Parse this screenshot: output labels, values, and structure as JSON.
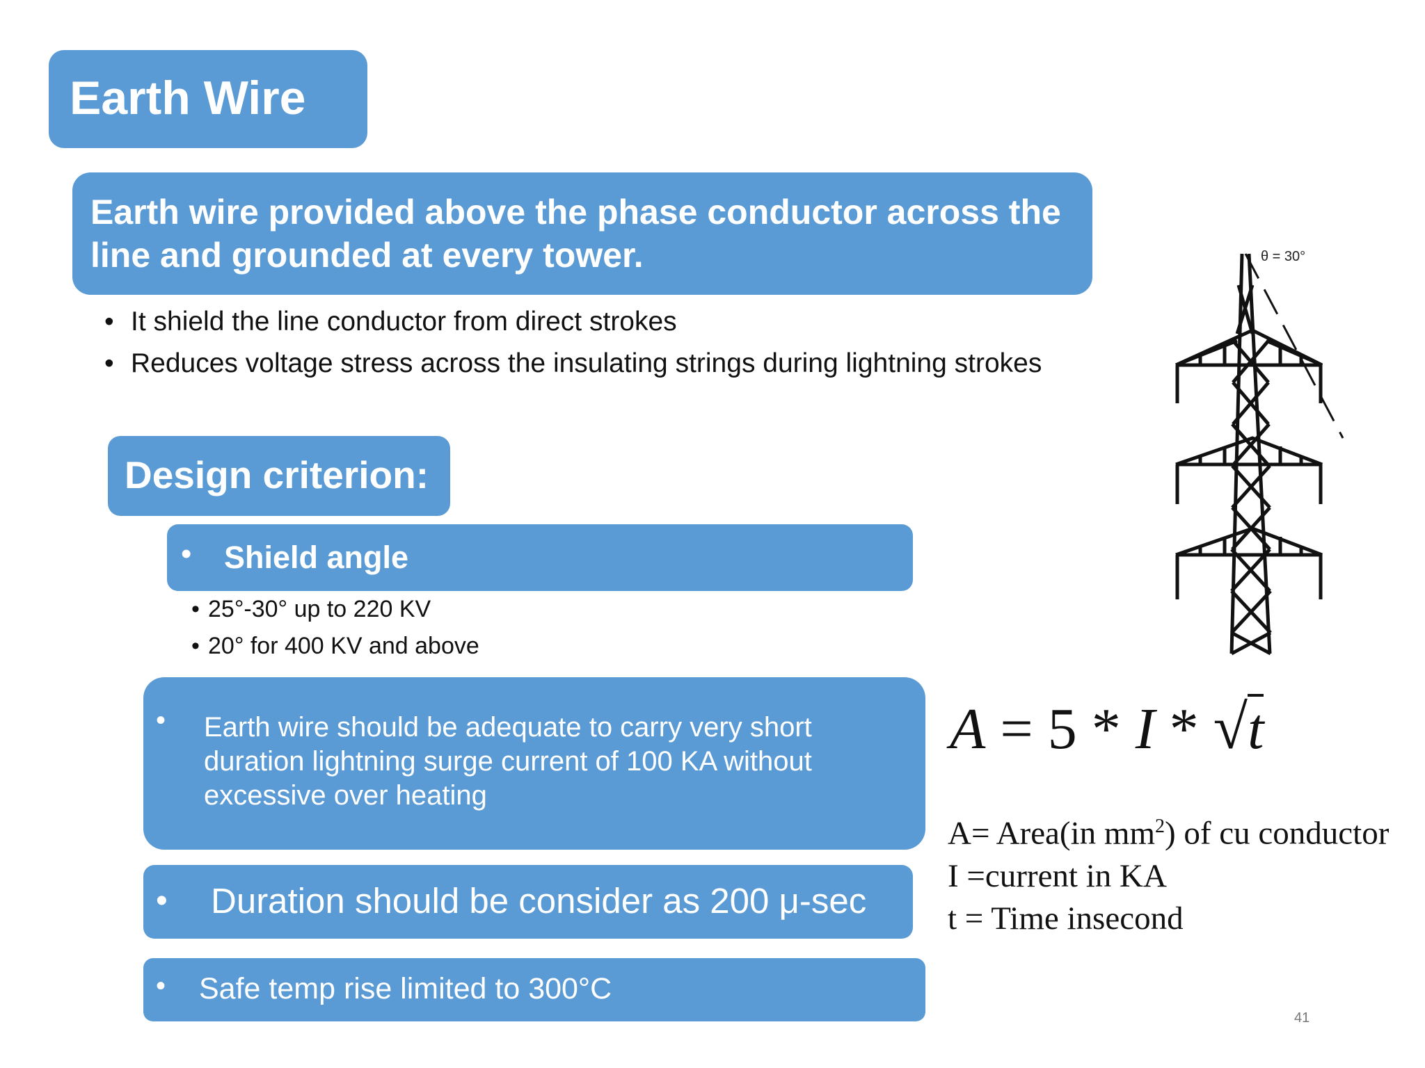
{
  "title": "Earth Wire",
  "lead": "Earth wire  provided  above the phase conductor across the line and grounded at every  tower.",
  "bullets": [
    "It shield the line conductor from direct strokes",
    "Reduces voltage stress  across the insulating strings during lightning strokes"
  ],
  "design_heading": "Design criterion:",
  "shield": {
    "bullet": "•",
    "label": "Shield angle",
    "items": [
      "25°-30°  up to 220 KV",
      "20°  for 400 KV and above"
    ]
  },
  "adequate": {
    "bullet": "•",
    "text": "Earth wire should be adequate to carry very short duration lightning  surge current of 100 KA without excessive over heating"
  },
  "duration": {
    "bullet": "•",
    "text": "Duration should be  consider as 200 μ-sec"
  },
  "safe": {
    "bullet": "•",
    "text": "Safe temp rise limited to 300°C"
  },
  "formula": {
    "A": "A",
    "eq": "=",
    "five": "5",
    "star": "*",
    "I": "I",
    "t": "t"
  },
  "definitions": {
    "area_prefix": "A= Area(in mm",
    "area_sup": "2",
    "area_suffix": ") of cu conductor",
    "current": "I =current in KA",
    "time": "t = Time insecond"
  },
  "tower_label": "θ = 30°",
  "slide_number": "41",
  "colors": {
    "box": "#5b9bd5",
    "text_on_box": "#ffffff"
  }
}
